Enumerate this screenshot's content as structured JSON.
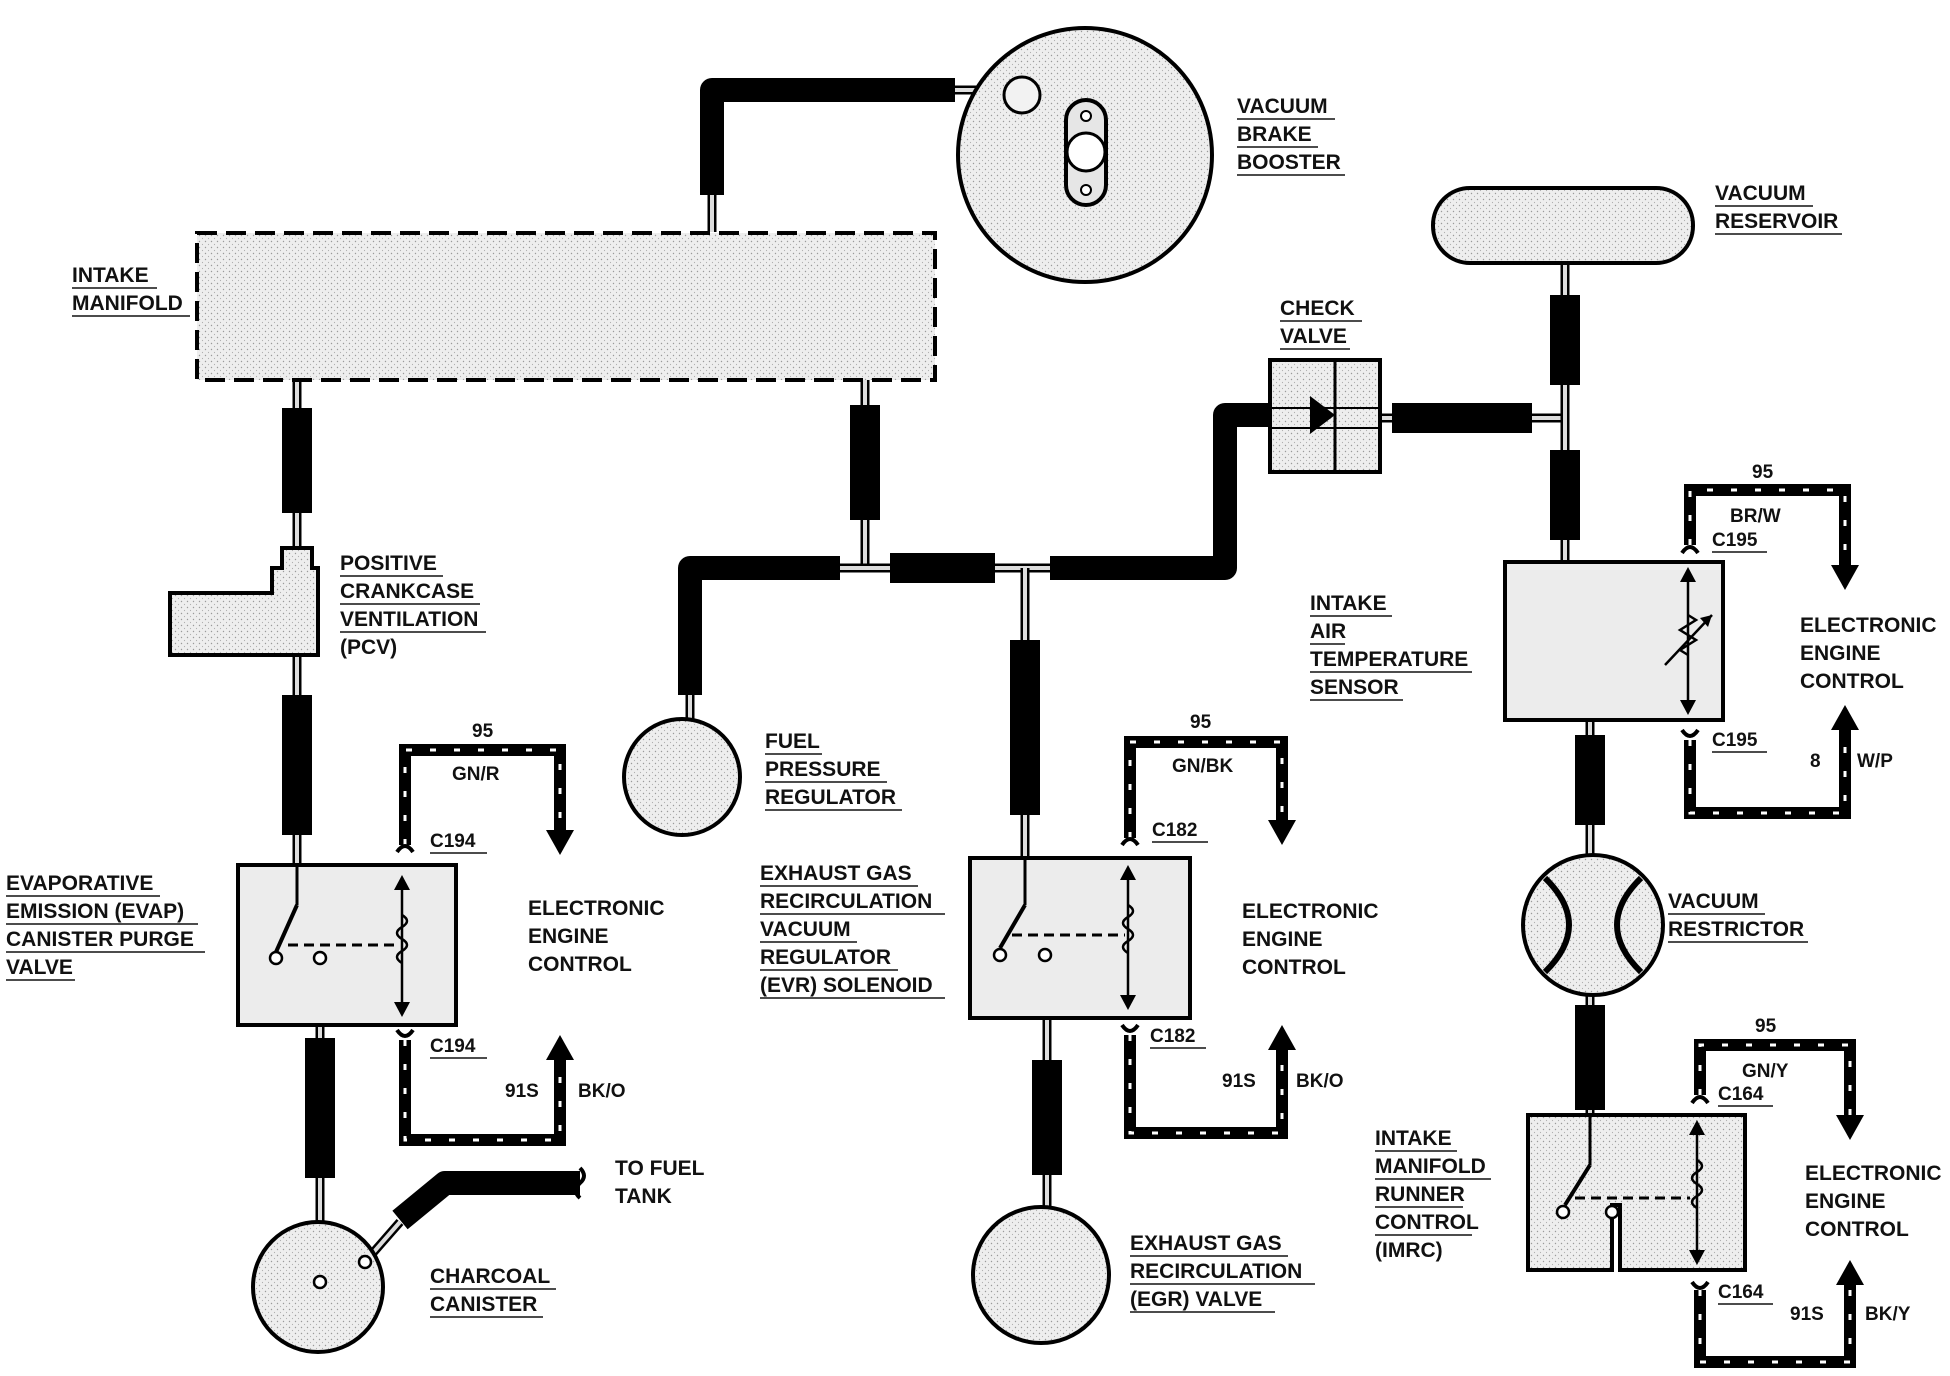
{
  "labels": {
    "intake_manifold": [
      "INTAKE",
      "MANIFOLD"
    ],
    "vacuum_brake_booster": [
      "VACUUM",
      "BRAKE",
      "BOOSTER"
    ],
    "vacuum_reservoir": [
      "VACUUM",
      "RESERVOIR"
    ],
    "check_valve": [
      "CHECK",
      "VALVE"
    ],
    "pcv": [
      "POSITIVE",
      "CRANKCASE",
      "VENTILATION",
      "(PCV)"
    ],
    "evap": [
      "EVAPORATIVE",
      "EMISSION (EVAP)",
      "CANISTER PURGE",
      "VALVE"
    ],
    "fuel_pressure_regulator": [
      "FUEL",
      "PRESSURE",
      "REGULATOR"
    ],
    "evr_solenoid": [
      "EXHAUST GAS",
      "RECIRCULATION",
      "VACUUM",
      "REGULATOR",
      "(EVR) SOLENOID"
    ],
    "iat_sensor": [
      "INTAKE",
      "AIR",
      "TEMPERATURE",
      "SENSOR"
    ],
    "vacuum_restrictor": [
      "VACUUM",
      "RESTRICTOR"
    ],
    "imrc": [
      "INTAKE",
      "MANIFOLD",
      "RUNNER",
      "CONTROL",
      "(IMRC)"
    ],
    "charcoal_canister": [
      "CHARCOAL",
      "CANISTER"
    ],
    "to_fuel_tank": [
      "TO FUEL",
      "TANK"
    ],
    "egr_valve": [
      "EXHAUST GAS",
      "RECIRCULATION",
      "(EGR) VALVE"
    ],
    "eec_evap": [
      "ELECTRONIC",
      "ENGINE",
      "CONTROL"
    ],
    "eec_evr": [
      "ELECTRONIC",
      "ENGINE",
      "CONTROL"
    ],
    "eec_iat": [
      "ELECTRONIC",
      "ENGINE",
      "CONTROL"
    ],
    "eec_imrc": [
      "ELECTRONIC",
      "ENGINE",
      "CONTROL"
    ]
  },
  "wiring": {
    "evap": {
      "circuit_top": "95",
      "color_top": "GN/R",
      "connector": "C194",
      "circuit_bottom": "91S",
      "color_bottom": "BK/O"
    },
    "evr": {
      "circuit_top": "95",
      "color_top": "GN/BK",
      "connector": "C182",
      "circuit_bottom": "91S",
      "color_bottom": "BK/O"
    },
    "iat": {
      "circuit_top": "95",
      "color_top": "BR/W",
      "connector": "C195",
      "circuit_bottom": "8",
      "color_bottom": "W/P"
    },
    "imrc": {
      "circuit_top": "95",
      "color_top": "GN/Y",
      "connector": "C164",
      "circuit_bottom": "91S",
      "color_bottom": "BK/Y"
    }
  }
}
